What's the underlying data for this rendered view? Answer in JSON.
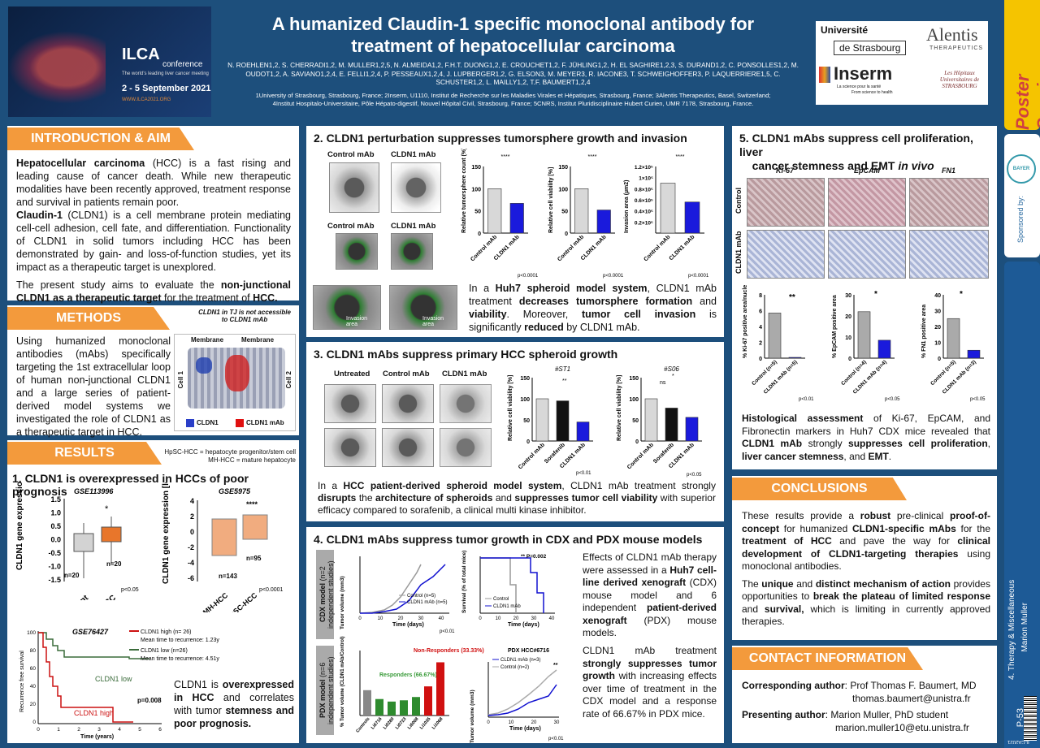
{
  "header": {
    "conf_name": "ILCA",
    "conf_sub": "conference",
    "conf_tag": "The world's leading liver cancer meeting",
    "conf_dates": "2 - 5 September 2021",
    "conf_url": "WWW.ILCA2021.ORG",
    "title": "A humanized Claudin-1 specific monoclonal antibody for treatment of hepatocellular carcinoma",
    "authors": "N. ROEHLEN1,2, S. CHERRADI1,2, M. MULLER1,2,5, N. ALMEIDA1,2, F.H.T. DUONG1,2, E. CROUCHET1,2, F. JÜHLING1,2, H. EL SAGHIRE1,2,3, S. DURAND1,2, C. PONSOLLES1,2, M. OUDOT1,2, A. SAVIANO1,2,4, E. FELLI1,2,4, P. PESSEAUX1,2,4, J. LUPBERGER1,2, G. ELSON3, M. MEYER3, R. IACONE3, T. SCHWEIGHOFFER3, P. LAQUERRIERE1,5, C. SCHUSTER1,2, L. MAILLY1,2, T.F. BAUMERT1,2,4",
    "affil1": "1University of Strasbourg, Strasbourg, France; 2Inserm, U1110, Institut de Recherche sur les Maladies Virales et Hépatiques, Strasbourg, France; 3Alentis Therapeutics, Basel, Switzerland;",
    "affil2": "4Institut Hospitalo-Universitaire, Pôle Hépato-digestif, Nouvel Hôpital Civil, Strasbourg, France; 5CNRS, Institut Pluridisciplinaire Hubert Curien, UMR 7178, Strasbourg, France.",
    "logo_univ1": "Université",
    "logo_univ2": "de Strasbourg",
    "logo_inserm": "Inserm",
    "logo_inserm_sub": "La science pour la santé",
    "logo_inserm_sub2": "From science to health",
    "logo_alentis": "Alentis",
    "logo_alentis_sub": "THERAPEUTICS",
    "logo_hop": "Les Hôpitaux Universitaires de STRASBOURG"
  },
  "sidebar": {
    "poster_session": "Poster Session",
    "sponsored": "Sponsored by:",
    "bayer": "BAYER",
    "category": "4. Therapy & Miscellaneous",
    "author": "Marion Muller",
    "code": "P-53",
    "id": "ILCA2021"
  },
  "intro": {
    "heading": "INTRODUCTION & AIM",
    "p1a": "Hepatocellular carcinoma",
    "p1b": " (HCC) is a fast rising and leading cause of cancer death. While new therapeutic modalities have been recently approved, treatment response and survival in patients remain poor.",
    "p2a": "Claudin-1",
    "p2b": " (CLDN1) is a cell membrane protein mediating cell-cell adhesion, cell fate, and differentiation. Functionality of CLDN1 in solid tumors including HCC has been demonstrated by gain- and loss-of-function studies, yet its impact as a therapeutic target is unexplored.",
    "p3a": "The present study aims to evaluate the ",
    "p3b": "non-junctional CLDN1 as a therapeutic target",
    "p3c": " for the treatment of ",
    "p3d": "HCC."
  },
  "methods": {
    "heading": "METHODS",
    "fig_title": "CLDN1 in TJ is not accessible to CLDN1 mAb",
    "membrane1": "Membrane",
    "membrane2": "Membrane",
    "cell1": "Cell 1",
    "cell2": "Cell 2",
    "legend1": "CLDN1",
    "legend2": "CLDN1 mAb",
    "text": "Using humanized monoclonal antibodies (mAbs) specifically targeting the 1st extracellular loop of human non-junctional CLDN1 and a large series of patient-derived model systems we investigated the role of CLDN1 as a therapeutic target in HCC."
  },
  "results": {
    "heading": "RESULTS",
    "note1": "HpSC-HCC = hepatocyte progenitor/stem cell",
    "note2": "MH-HCC = mature hepatocyte",
    "s1_title": "1. CLDN1 is overexpressed in HCCs of poor prognosis",
    "gse1": "GSE113996",
    "gse2": "GSE5975",
    "gse3": "GSE76427",
    "ylab1": "CLDN1 gene expression [log2 ratio]",
    "ylab2": "CLDN1 gene expression [log2 ratio]",
    "cat1a": "Adjacent",
    "cat1b": "HCC",
    "cat2a": "MH-HCC",
    "cat2b": "HpSC-HCC",
    "n1a": "n=20",
    "n1b": "n=20",
    "n2a": "n=143",
    "n2b": "n=95",
    "star1": "*",
    "star2": "****",
    "p1": "p<0.05",
    "p2": "p<0.0001",
    "km_y": "Recurrence free survival",
    "km_x": "Time (years)",
    "km_high": "CLDN1 high (n= 26)",
    "km_high_t": "Mean time to recurrence: 1.23y",
    "km_low": "CLDN1 low (n=26)",
    "km_low_t": "Mean time to recurrence: 4.51y",
    "km_lab_low": "CLDN1 low",
    "km_lab_high": "CLDN1 high",
    "km_p": "p=0.008",
    "s1_text_a": "CLDN1 is ",
    "s1_text_b": "overexpressed in HCC",
    "s1_text_c": " and correlates with tumor ",
    "s1_text_d": "stemness and poor prognosis."
  },
  "s2": {
    "title": "2. CLDN1 perturbation suppresses tumorsphere growth and invasion",
    "ctrl": "Control mAb",
    "cldn": "CLDN1 mAb",
    "ctrl2": "Control mAb",
    "cldn2": "CLDN1 mAb",
    "inv1": "Invasion area",
    "inv2": "Invasion area",
    "yl1": "Relative tumorsphere count (%)",
    "yl2": "Relative cell viability [%]",
    "yl3": "Invasion area (µm2)",
    "sig": "****",
    "p": "p<0.0001",
    "text_a": "In a ",
    "text_b": "Huh7 spheroid model system",
    "text_c": ", CLDN1 mAb treatment ",
    "text_d": "decreases tumorsphere formation",
    "text_e": " and ",
    "text_f": "viability",
    "text_g": ". Moreover, ",
    "text_h": "tumor cell invasion",
    "text_i": " is significantly ",
    "text_j": "reduced",
    "text_k": " by CLDN1 mAb."
  },
  "s3": {
    "title": "3. CLDN1 mAbs suppress primary HCC spheroid growth",
    "untreated": "Untreated",
    "ctrl": "Control mAb",
    "cldn": "CLDN1 mAb",
    "st1": "#ST1",
    "s06": "#S06",
    "yl": "Relative cell viability [%]",
    "sig1": "**",
    "sig2": "*",
    "ns": "ns",
    "p1": "p<0.01",
    "p2": "p<0.05",
    "text_a": "In a ",
    "text_b": "HCC patient-derived spheroid model system",
    "text_c": ", CLDN1 mAb treatment strongly ",
    "text_d": "disrupts",
    "text_e": " the ",
    "text_f": "architecture of spheroids",
    "text_g": " and ",
    "text_h": "suppresses tumor cell viability",
    "text_i": " with superior efficacy compared to sorafenib, a clinical multi kinase inhibitor."
  },
  "s4": {
    "title": "4. CLDN1 mAbs suppress tumor growth in CDX and PDX mouse models",
    "cdx_label": "CDX model",
    "cdx_sub": "(n=2 independent studies)",
    "pdx_label": "PDX model",
    "pdx_sub": "(n=6 independent studies)",
    "tv_y": "Tumor volume (mm3)",
    "days": "Time (days)",
    "surv_y": "Survival (% of total mice)",
    "leg_ctrl": "Control (n=5)",
    "leg_cldn": "CLDN1 mAb (n=5)",
    "leg_ctrl2": "Control",
    "leg_cldn2": "CLDN1 mAb",
    "p002": "** P=0.002",
    "p001": "p<0.01",
    "nonresp": "Non-Responders (33.33%)",
    "resp": "Responders (66.67%)",
    "pdx_y": "% Tumor volume (CLDN1 mAb/Control)",
    "pdx_title": "PDX HCC#6716",
    "leg_cldn3": "CLDN1 mAb (n=3)",
    "leg_ctrl3": "Control (n=2)",
    "sig": "**",
    "p_b": "p<0.01",
    "t1a": "Effects of CLDN1 mAb therapy were assessed in a ",
    "t1b": "Huh7 cell-line derived xenograft",
    "t1c": " (CDX) mouse model and 6 independent ",
    "t1d": "patient-derived xenograft",
    "t1e": " (PDX) mouse models.",
    "t2a": "CLDN1 mAb treatment ",
    "t2b": "strongly suppresses tumor growth",
    "t2c": " with increasing effects over time of treatment in the CDX model and a response rate of 66.67% in PDX mice."
  },
  "s5": {
    "title1": "5. CLDN1 mAbs suppress cell proliferation, liver",
    "title2": "cancer stemness and EMT ",
    "title3": "in vivo",
    "ki67": "Ki-67",
    "epcam": "EpCAM",
    "fn1": "FN1",
    "ctrl": "Control",
    "cldn": "CLDN1 mAb",
    "yl1": "% Ki-67 positive area/nuclei",
    "yl2": "% EpCAM positive area",
    "yl3": "% FN1 positive area",
    "sig1": "**",
    "sig2": "*",
    "sig3": "*",
    "p1": "p<0.01",
    "p2": "p<0.05",
    "p3": "p<0.05",
    "text_a": "Histological assessment",
    "text_b": " of Ki-67, EpCAM, and Fibronectin markers in Huh7 CDX mice revealed that ",
    "text_c": "CLDN1 mAb",
    "text_d": " strongly ",
    "text_e": "suppresses cell proliferation",
    "text_f": ", ",
    "text_g": "liver cancer stemness",
    "text_h": ", and ",
    "text_i": "EMT",
    "text_j": "."
  },
  "conclusions": {
    "heading": "CONCLUSIONS",
    "a": "These results provide a ",
    "b": "robust",
    "c": " pre-clinical ",
    "d": "proof-of-concept",
    "e": " for humanized ",
    "f": "CLDN1-specific mAbs",
    "g": " for the ",
    "h": "treatment of HCC",
    "i": " and pave the way for ",
    "j": "clinical development of CLDN1-targeting therapies",
    "k": " using monoclonal antibodies.",
    "p2a": "The ",
    "p2b": "unique",
    "p2c": " and ",
    "p2d": "distinct mechanism of action",
    "p2e": " provides opportunities to ",
    "p2f": "break the plateau of limited response",
    "p2g": " and ",
    "p2h": "survival,",
    "p2i": " which is limiting in currently approved therapies."
  },
  "contact": {
    "heading": "CONTACT INFORMATION",
    "corr_label": "Corresponding author",
    "corr_name": ": Prof Thomas F. Baumert, MD",
    "corr_email": "thomas.baumert@unistra.fr",
    "pres_label": "Presenting author",
    "pres_name": ":  Marion Muller, PhD student",
    "pres_email": "marion.muller10@etu.unistra.fr"
  },
  "chart_data": [
    {
      "type": "bar",
      "title": "",
      "categories": [
        "Control mAb",
        "CLDN1 mAb"
      ],
      "values": [
        100,
        67
      ],
      "ylabel": "Relative tumorsphere count (%)",
      "ylim": [
        0,
        150
      ]
    },
    {
      "type": "bar",
      "title": "",
      "categories": [
        "Control mAb",
        "CLDN1 mAb"
      ],
      "values": [
        100,
        52
      ],
      "ylabel": "Relative cell viability [%]",
      "ylim": [
        0,
        150
      ]
    },
    {
      "type": "bar",
      "title": "",
      "categories": [
        "Control mAb",
        "CLDN1 mAb"
      ],
      "values": [
        90000,
        56000
      ],
      "ylabel": "Invasion area (µm2)",
      "ylim": [
        0,
        120000
      ]
    },
    {
      "type": "bar",
      "title": "#ST1",
      "categories": [
        "Control mAb",
        "Sorafenib",
        "CLDN1 mAb"
      ],
      "values": [
        100,
        95,
        45
      ],
      "ylabel": "Relative cell viability [%]",
      "ylim": [
        0,
        150
      ]
    },
    {
      "type": "bar",
      "title": "#S06",
      "categories": [
        "Control mAb",
        "Sorafenib",
        "CLDN1 mAb"
      ],
      "values": [
        100,
        78,
        56
      ],
      "ylabel": "Relative cell viability [%]",
      "ylim": [
        0,
        150
      ]
    },
    {
      "type": "bar",
      "title": "",
      "categories": [
        "Controls",
        "Li6716",
        "Li0280",
        "Li0723",
        "Li6008",
        "Li1035",
        "Li1068"
      ],
      "values": [
        100,
        65,
        55,
        60,
        73,
        115,
        210
      ],
      "ylabel": "% Tumor volume (CLDN1 mAb/Control)",
      "ylim": [
        0,
        250
      ]
    },
    {
      "type": "bar",
      "title": "",
      "categories": [
        "Control (n=5)",
        "CLDN1 mAb (n=5)"
      ],
      "values": [
        5.7,
        0.1
      ],
      "ylabel": "% Ki-67 positive area/nuclei",
      "ylim": [
        0,
        8
      ]
    },
    {
      "type": "bar",
      "title": "",
      "categories": [
        "Control (n=4)",
        "CLDN1 mAb (n=4)"
      ],
      "values": [
        22,
        8.5
      ],
      "ylabel": "% EpCAM positive area",
      "ylim": [
        0,
        30
      ]
    },
    {
      "type": "bar",
      "title": "",
      "categories": [
        "Control (n=5)",
        "CLDN1 mAb (n=3)"
      ],
      "values": [
        25,
        5
      ],
      "ylabel": "% FN1 positive area",
      "ylim": [
        0,
        40
      ]
    }
  ]
}
